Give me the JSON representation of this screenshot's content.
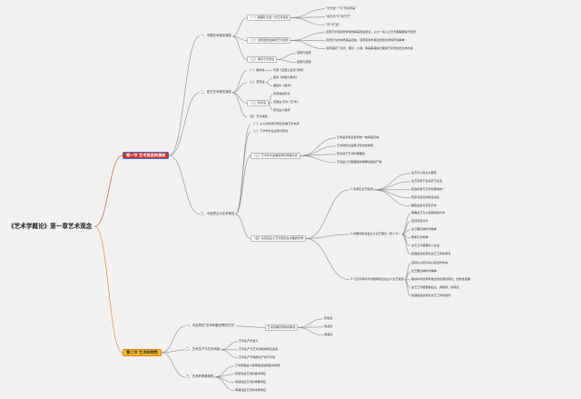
{
  "root": "《艺术学概论》第一章艺术观念",
  "sections": {
    "s1": "第一节 艺术观念的演变",
    "s2": "第二节 艺术的特性"
  },
  "s1": {
    "a": "一、中国艺术观念演变",
    "a1": "（一）魏晋礼乐合一的艺术观念",
    "a1a": "\"乐乐合一\"与\"尽善尽美\"",
    "a1b": "\"成与乐\"与\"游于艺\"",
    "a1c": "\"乐\"与\"道\"",
    "a2": "（二）道家自然虚静的艺术观念",
    "a2a": "道家艺术观念所体现的审美自由观念，认为一切人之艺术都需要提升自然",
    "a2b": "自然无为的本质美是自由，道家崇尚朴素自然的生命情怀和精神",
    "a2c": "道家强调了道德、理论、心理、审美等诸多方面的艺术观念的主体内涵",
    "a3": "（三）禅宗艺术观念",
    "a3a": "顿悟与顿悟",
    "a3b": "顿悟与顿悟",
    "b": "二、西方艺术观念演变",
    "b1": "（一）模仿说",
    "b1a": "代表《亚里士多德·诗学》",
    "b2": "（二）表现说",
    "b2a": "康德《判断力批判》",
    "b2b": "黑格尔《美学》",
    "b3": "（三）形式说",
    "b3a": "有意味的形式",
    "b3b": "克莱夫·贝尔《艺术》",
    "b3c": "形式主义美学",
    "b4": "（四）艺术体验",
    "c": "三、马克思主义艺术观念",
    "c1": "（一）从人的本质对象化来看艺术本质",
    "c2": "（二）艺术作为生活意识形态",
    "c3": "（三）艺术作为掌握世界的特殊方式",
    "c3a": "艺术是对现实世界的一种审美反映",
    "c3b": "艺术的形式是意识形态的体现",
    "c3c": "形式对于艺术的重要性",
    "c3d": "艺术是人们根据美的规律创造的产物",
    "c4": "（四）马克思主义艺术观念在中国的影响",
    "c4a": "1.毛泽东文艺思想",
    "c4a1": "文艺为人民大众服务",
    "c4a2": "文艺来源于生活高于生活",
    "c4a3": "政治标准与艺术标准的统一",
    "c4a4": "普及与提高的辩证关系",
    "c4a5": "推陈出新与百花齐放",
    "c4b": "2.中国特色社会主义文艺理论（邓小平）",
    "c4b1": "明确文艺为人民服务的方向",
    "c4b2": "坚持双百方针",
    "c4b3": "文艺要反映时代精神",
    "c4b4": "尊重艺术规律",
    "c4b5": "文艺工作者要深入生活",
    "c4b6": "加强和改善党对文艺工作的领导",
    "c4c": "3.习近平新时代中国特色社会主义文艺思想",
    "c4c1": "坚持以人民为中心的创作导向",
    "c4c2": "文艺要反映时代精神",
    "c4c3": "推动中华优秀传统文化创造性转化、创新性发展",
    "c4c4": "文艺工作者要讲品位、讲格调、讲责任",
    "c4c5": "加强和改进党对文艺工作的领导"
  },
  "s2": {
    "a": "一、马克思论\"艺术掌握世界的方式\"",
    "a1": "艺术掌握世界的特殊性",
    "a1a": "形象性",
    "a1b": "情感性",
    "a1c": "审美性",
    "b": "二、艺术生产与艺术消费",
    "b1": "艺术生产的含义",
    "b2": "艺术生产与艺术消费的辩证关系",
    "b3": "艺术生产与物质生产的不平衡",
    "c": "三、艺术的审美特性",
    "c1": "艺术审美是人类审美活动的集中体现",
    "c2": "形象性是艺术的基本特征",
    "c3": "情感性是艺术的重要特征",
    "c4": "审美性是艺术的本质特征"
  }
}
